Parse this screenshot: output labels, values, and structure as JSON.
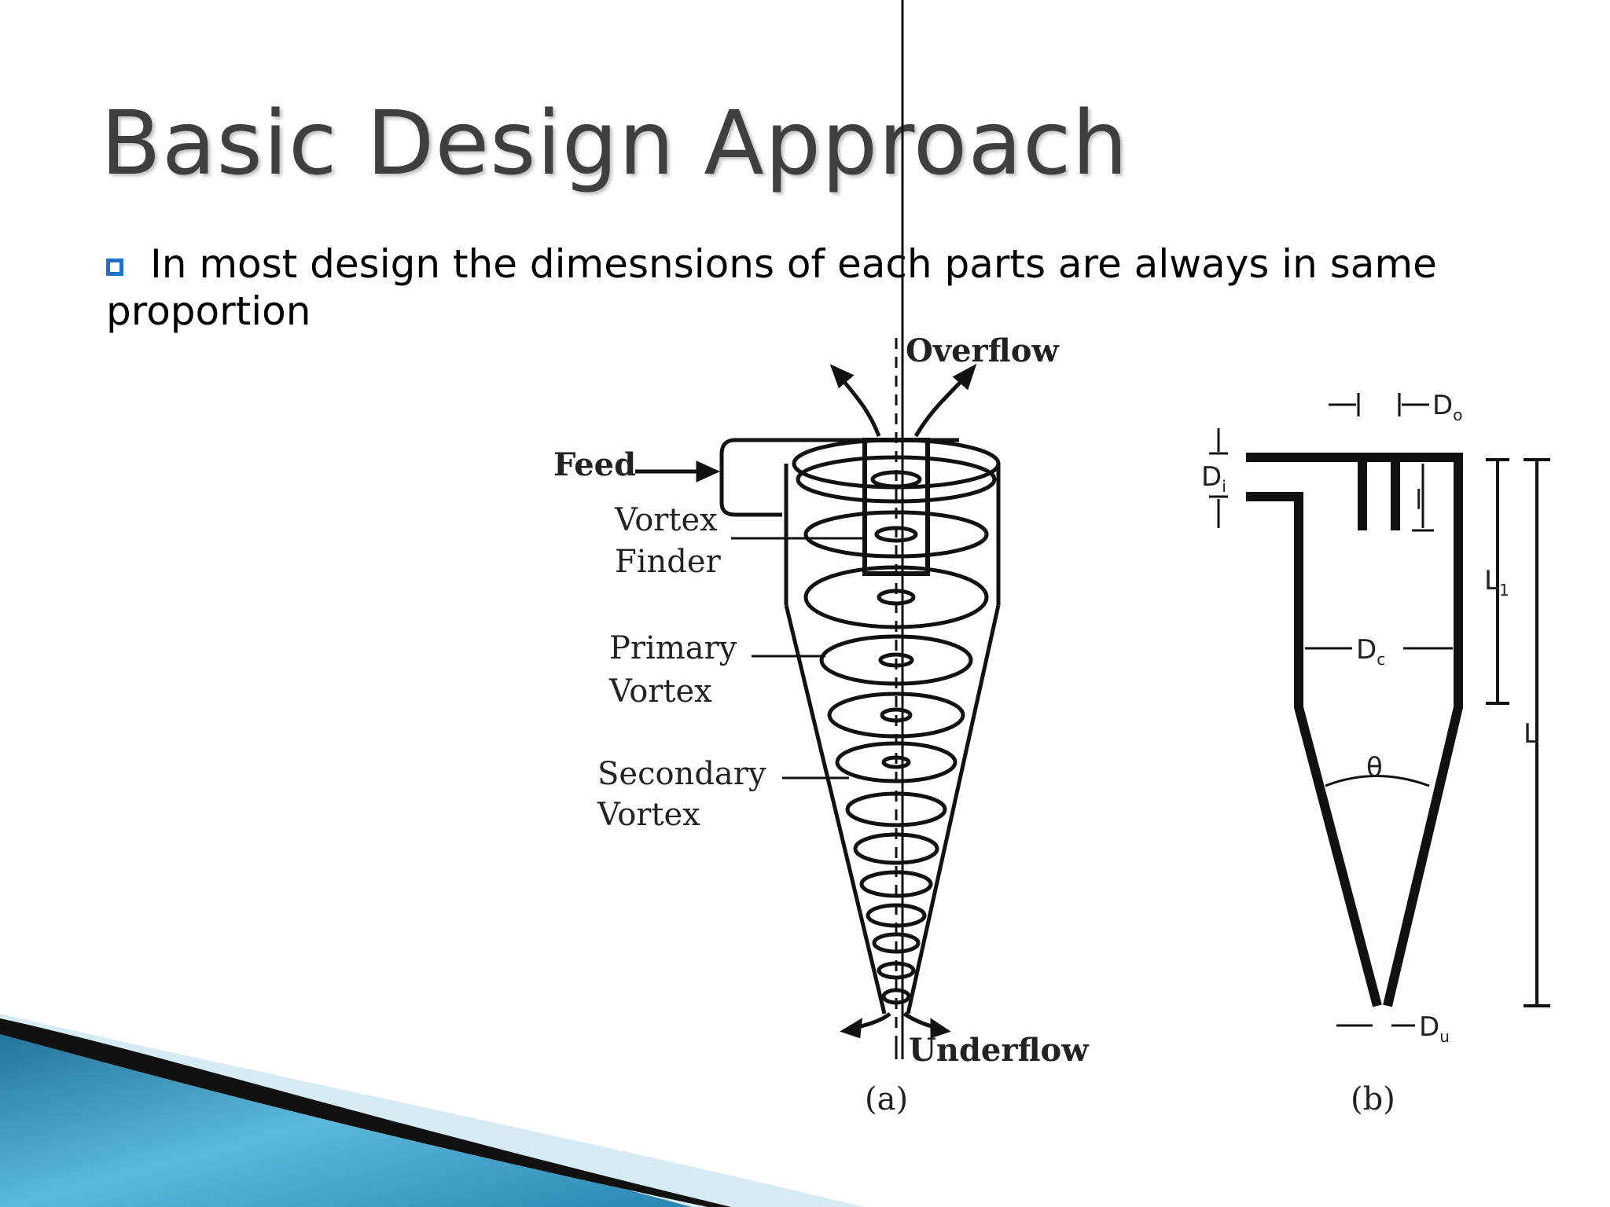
{
  "slide": {
    "title": "Basic Design Approach",
    "bullet": "In most design the dimesnsions  of each parts are always in same proportion"
  },
  "figure_a": {
    "labels": {
      "overflow": "Overflow",
      "feed": "Feed",
      "vortex_finder_1": "Vortex",
      "vortex_finder_2": "Finder",
      "primary_vortex_1": "Primary",
      "primary_vortex_2": "Vortex",
      "secondary_vortex_1": "Secondary",
      "secondary_vortex_2": "Vortex",
      "underflow": "Underflow",
      "caption": "(a)"
    }
  },
  "figure_b": {
    "labels": {
      "do": "D",
      "do_sub": "o",
      "di": "D",
      "di_sub": "i",
      "l": "l",
      "l1": "L",
      "l1_sub": "1",
      "dc": "D",
      "dc_sub": "c",
      "theta": "θ",
      "L": "L",
      "du": "D",
      "du_sub": "u",
      "caption": "(b)"
    }
  },
  "colors": {
    "title": "#3f3f3f",
    "bullet": "#1f73c4",
    "swoosh_light": "#cfe6f0",
    "swoosh_blue": "#2e8fbf",
    "swoosh_dark": "#0f0f0f"
  }
}
